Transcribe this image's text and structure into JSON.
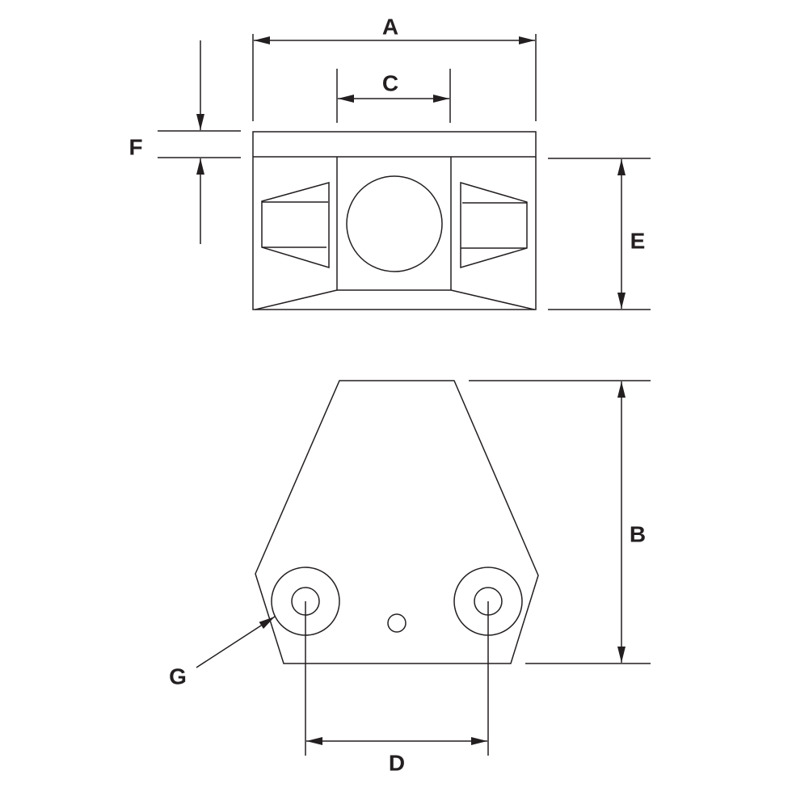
{
  "labels": {
    "A": "A",
    "B": "B",
    "C": "C",
    "D": "D",
    "E": "E",
    "F": "F",
    "G": "G"
  },
  "colors": {
    "line": "#231f20",
    "background": "#ffffff"
  }
}
